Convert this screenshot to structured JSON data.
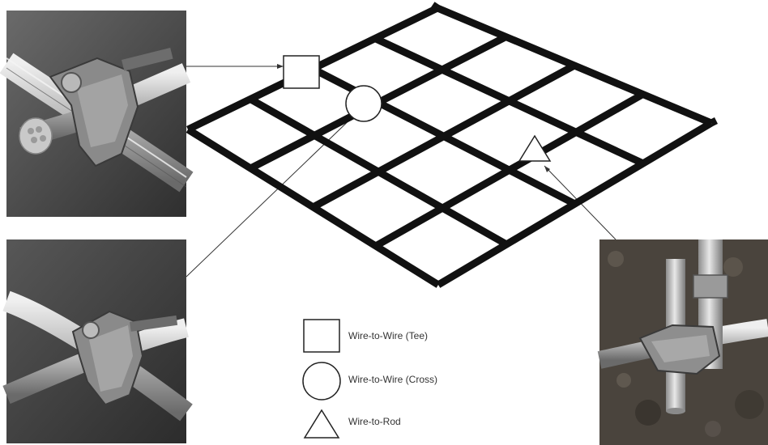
{
  "colors": {
    "grid": "#111111",
    "marker_stroke": "#222222",
    "marker_fill": "#ffffff",
    "leader": "#333333",
    "photo_dark": "#3e3e3e",
    "photo_mid": "#8a8a8a",
    "photo_light": "#d6d6d6",
    "soil": "#4a443d",
    "metal": "#7c7c7c"
  },
  "grid": {
    "rows": 4,
    "columns": 4
  },
  "callouts": [
    {
      "symbol": "square",
      "connection": "Wire-to-Wire (Tee)",
      "photo": "top-left"
    },
    {
      "symbol": "circle",
      "connection": "Wire-to-Wire (Cross)",
      "photo": "bottom-left"
    },
    {
      "symbol": "triangle",
      "connection": "Wire-to-Rod",
      "photo": "bottom-right"
    }
  ],
  "legend": {
    "items": [
      {
        "symbol": "square",
        "label": "Wire-to-Wire (Tee)"
      },
      {
        "symbol": "circle",
        "label": "Wire-to-Wire (Cross)"
      },
      {
        "symbol": "triangle",
        "label": "Wire-to-Rod"
      }
    ]
  }
}
